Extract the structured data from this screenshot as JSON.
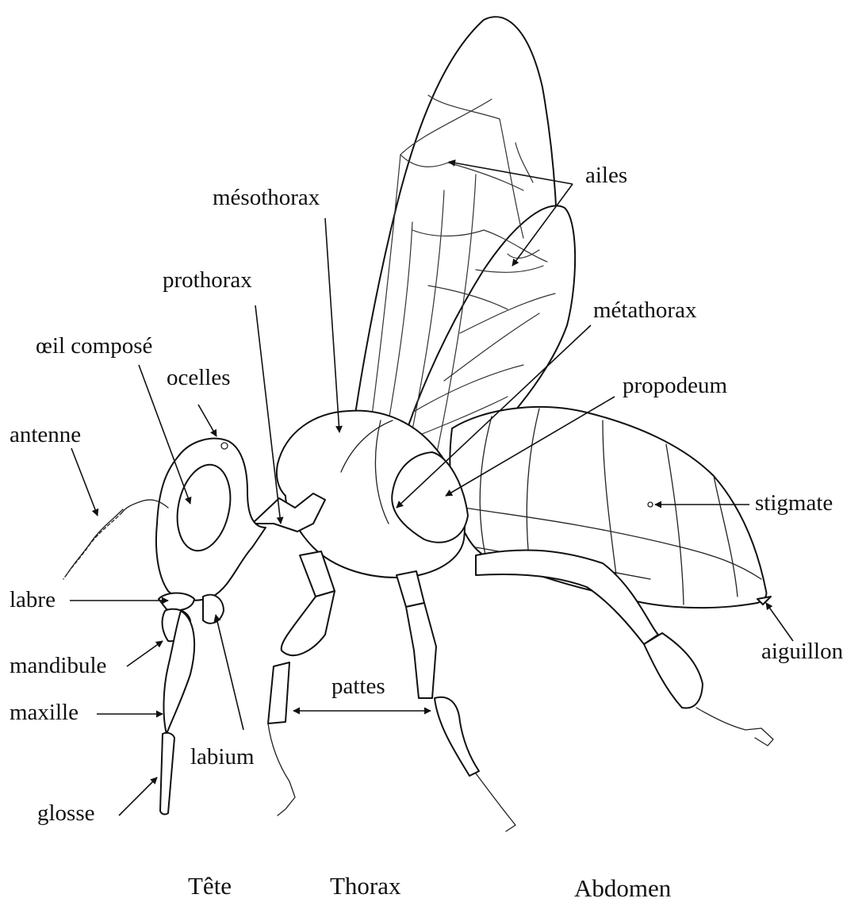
{
  "labels": {
    "ailes": "ailes",
    "mesothorax": "mésothorax",
    "prothorax": "prothorax",
    "metathorax": "métathorax",
    "oeil_compose": "œil composé",
    "ocelles": "ocelles",
    "propodeum": "propodeum",
    "antenne": "antenne",
    "stigmate": "stigmate",
    "labre": "labre",
    "mandibule": "mandibule",
    "aiguillon": "aiguillon",
    "pattes": "pattes",
    "maxille": "maxille",
    "labium": "labium",
    "glosse": "glosse"
  },
  "regions": {
    "tete": "Tête",
    "thorax": "Thorax",
    "abdomen": "Abdomen"
  },
  "style": {
    "line_color": "#111111",
    "background": "#ffffff"
  }
}
